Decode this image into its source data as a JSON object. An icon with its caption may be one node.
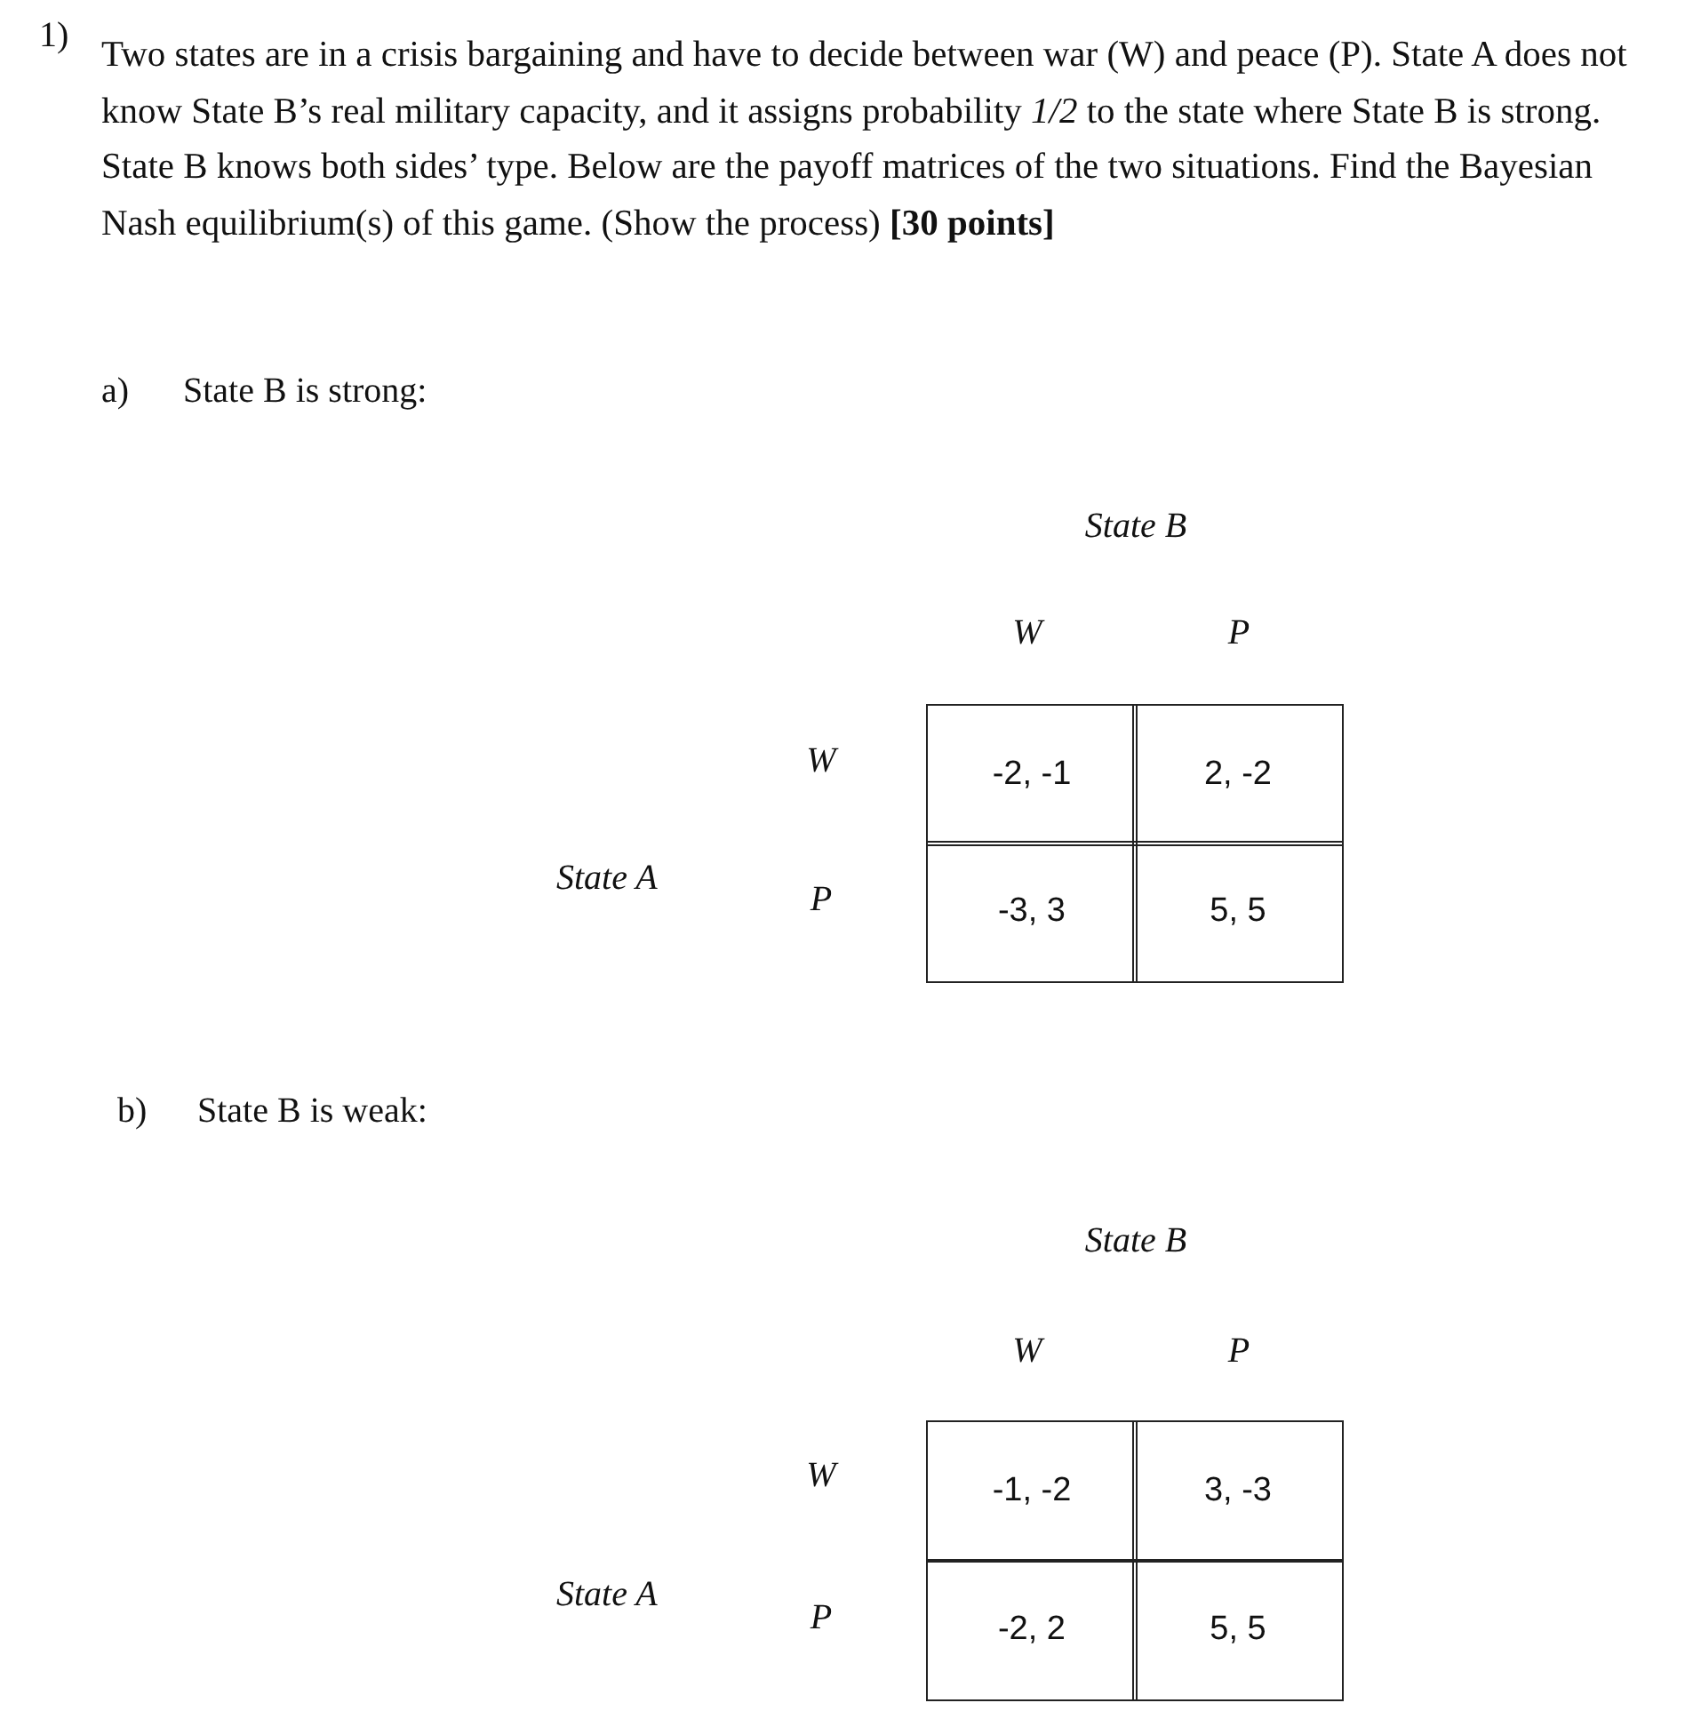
{
  "diagram": {
    "labels": [
      "1)",
      "Two states are in a crisis bargaining and have to decide between war (W) and peace (P). State A does not know State B’s real military capacity, and it assigns probability *1/2* to the state where State B is strong. State B knows both sides’ type. Below are the payoff matrices of the two situations. Find the Bayesian Nash equilibrium(s) of this game. (Show the process) **[30 points]**",
      "a)",
      "State B is strong:",
      "State B",
      "W",
      "P",
      "W",
      "-2, -1",
      "2, -2",
      "State A",
      "P",
      "-3, 3",
      "5, 5",
      "b)",
      "State B is weak:",
      "State B",
      "W",
      "P",
      "W",
      "-1, -2",
      "3, -3",
      "State A",
      "P",
      "-2, 2",
      "5, 5"
    ]
  }
}
